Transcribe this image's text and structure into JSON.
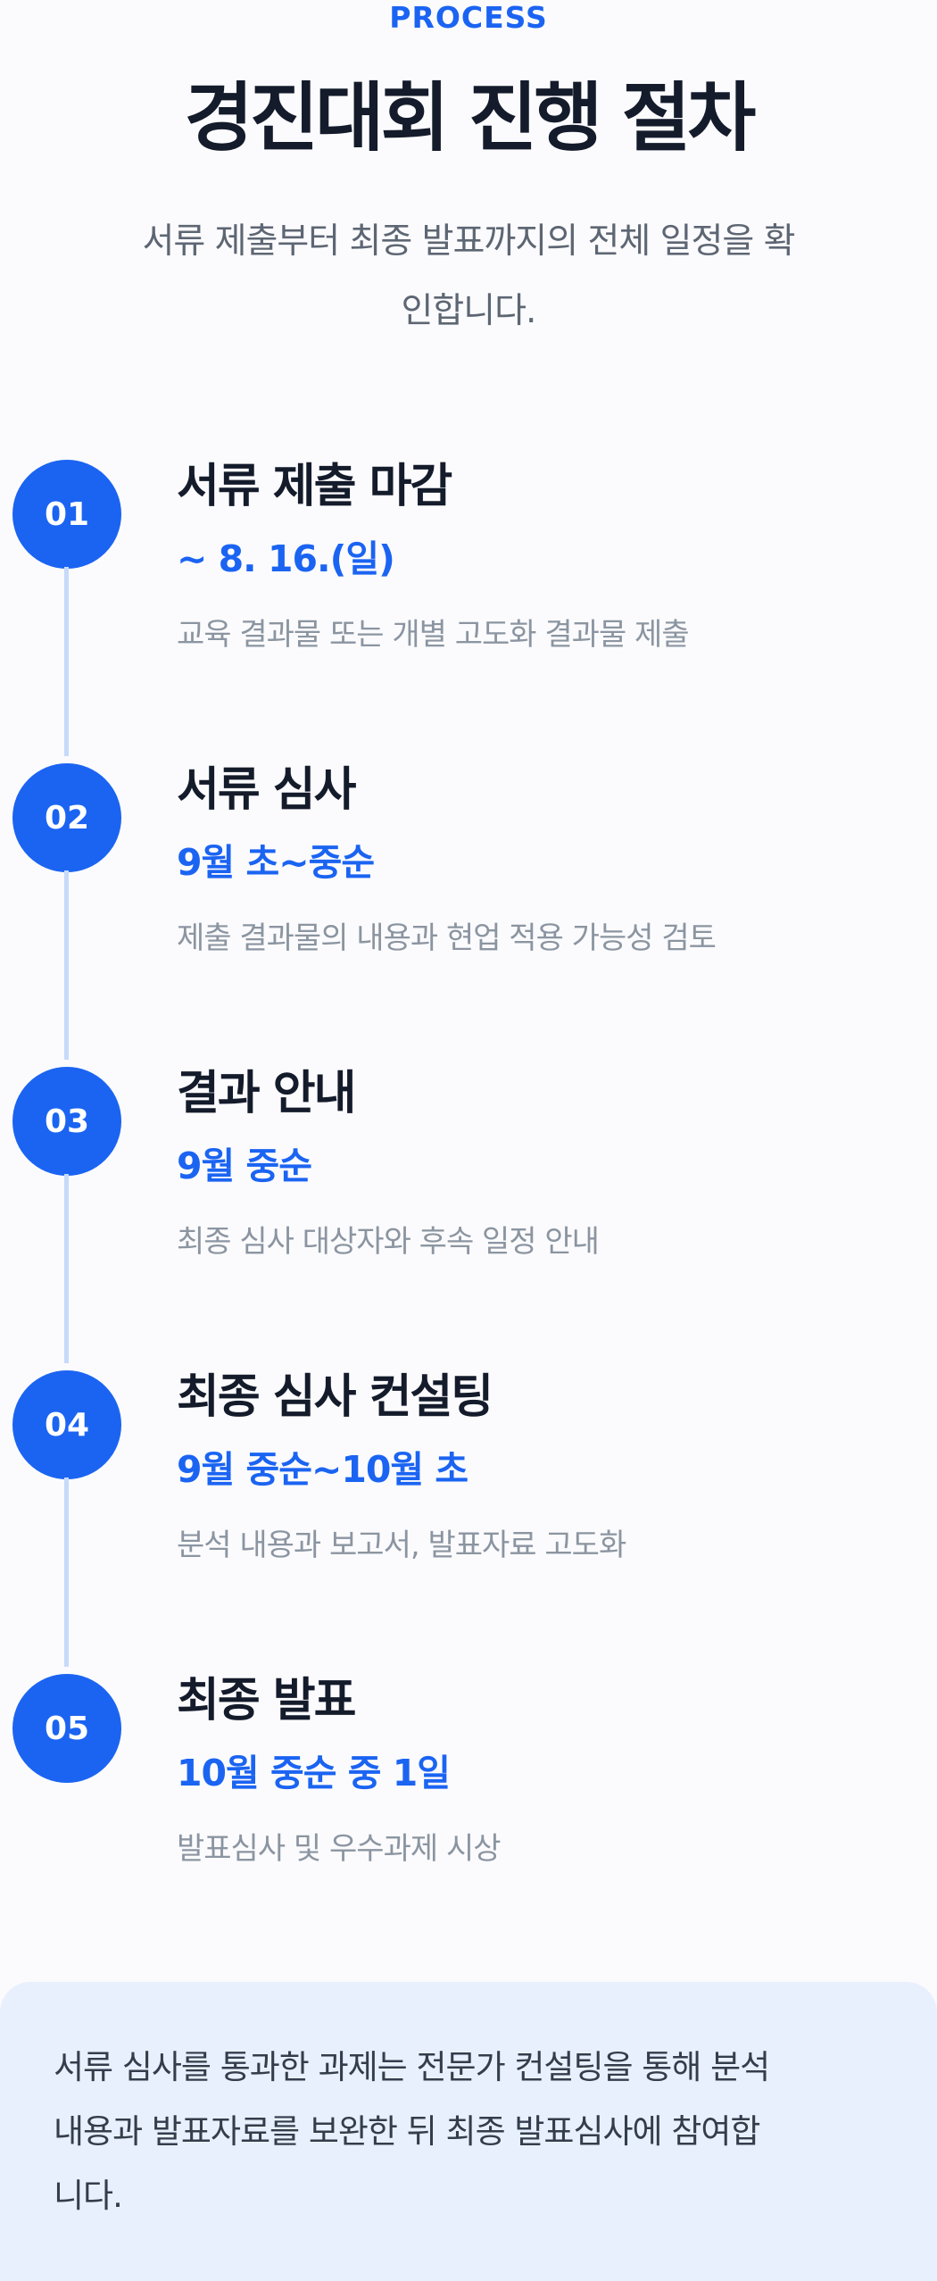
{
  "header": {
    "eyebrow": "PROCESS",
    "title": "경진대회 진행 절차",
    "subtitle": "서류 제출부터 최종 발표까지의 전체 일정을 확인합니다."
  },
  "steps": [
    {
      "number": "01",
      "title": "서류 제출 마감",
      "date": "~ 8. 16.(일)",
      "description": "교육 결과물 또는 개별 고도화 결과물 제출"
    },
    {
      "number": "02",
      "title": "서류 심사",
      "date": "9월 초~중순",
      "description": "제출 결과물의 내용과 현업 적용 가능성 검토"
    },
    {
      "number": "03",
      "title": "결과 안내",
      "date": "9월 중순",
      "description": "최종 심사 대상자와 후속 일정 안내"
    },
    {
      "number": "04",
      "title": "최종 심사 컨설팅",
      "date": "9월 중순~10월 초",
      "description": "분석 내용과 보고서, 발표자료 고도화"
    },
    {
      "number": "05",
      "title": "최종 발표",
      "date": "10월 중순 중 1일",
      "description": "발표심사 및 우수과제 시상"
    }
  ],
  "note": {
    "text": "서류 심사를 통과한 과제는 전문가 컨설팅을 통해 분석 내용과 발표자료를 보완한 뒤 최종 발표심사에 참여합니다."
  },
  "colors": {
    "accent": "#1b64f2",
    "timeline_line": "#c7dafb",
    "note_background": "#e9f0fd"
  }
}
